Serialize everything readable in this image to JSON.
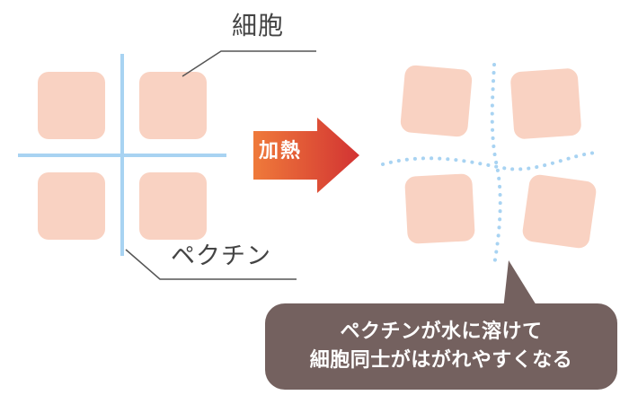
{
  "labels": {
    "cell": "細胞",
    "pectin": "ペクチン"
  },
  "arrow": {
    "label": "加熱",
    "colors": {
      "start": "#ef7a3a",
      "end": "#d23333"
    }
  },
  "callout": {
    "line1": "ペクチンが水に溶けて",
    "line2": "細胞同士がはがれやすくなる",
    "color": "#74615f"
  },
  "colors": {
    "cell": "#f9d2c2",
    "pectin": "#a8d3f2",
    "leader": "#555555"
  }
}
